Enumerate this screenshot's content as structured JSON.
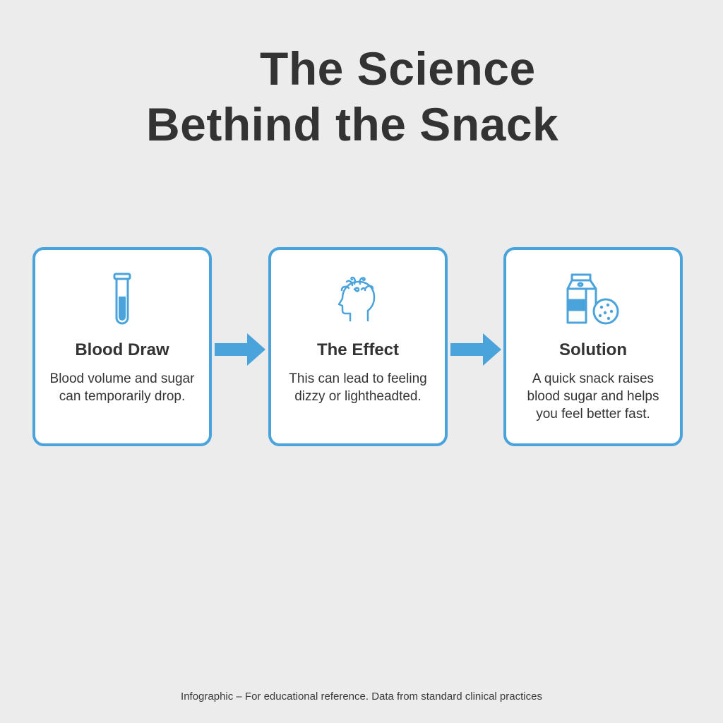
{
  "title": {
    "line1": "The Science",
    "line2": "Bethind the Snack"
  },
  "colors": {
    "accent": "#4ba3dc",
    "background": "#ececec",
    "card": "#ffffff",
    "text": "#333333"
  },
  "steps": [
    {
      "icon": "test-tube-icon",
      "heading": "Blood Draw",
      "description": "Blood volume and sugar can temporarily drop."
    },
    {
      "icon": "dizzy-head-icon",
      "heading": "The Effect",
      "description": "This can lead to feeling dizzy or lightheadted."
    },
    {
      "icon": "milk-carton-cookie-icon",
      "heading": "Solution",
      "description": "A quick snack raises blood sugar and helps you feel better fast."
    }
  ],
  "arrows": [
    "arrow-right-icon",
    "arrow-right-icon"
  ],
  "footer": "Infographic – For educational reference. Data from standard clinical practices"
}
